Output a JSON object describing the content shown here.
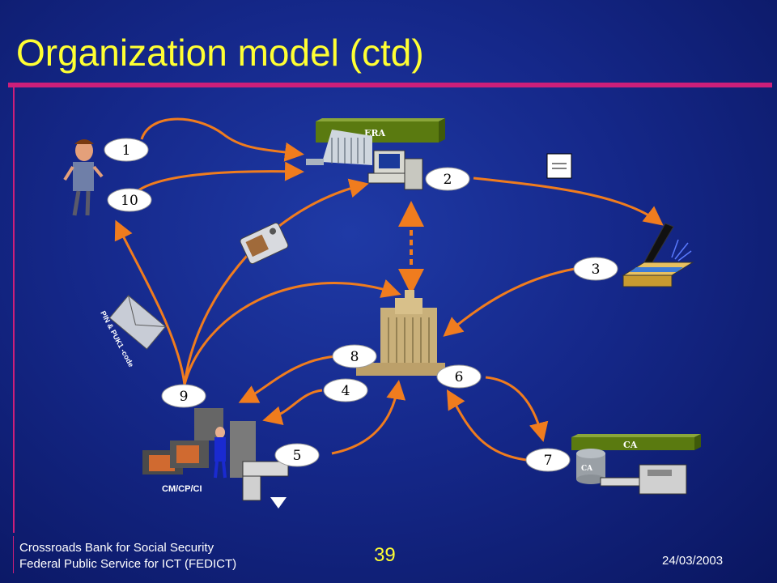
{
  "title": "Organization model (ctd)",
  "labels": {
    "era": "ERA",
    "ca_banner": "CA",
    "ca_db": "CA",
    "cm": "CM/CP/CI",
    "pin": "PIN & PUK1 -code"
  },
  "steps": [
    "1",
    "2",
    "3",
    "4",
    "5",
    "6",
    "7",
    "8",
    "9",
    "10"
  ],
  "footer": {
    "org_line1": "Crossroads Bank for Social Security",
    "org_line2": "Federal Public Service for ICT (FEDICT)",
    "page": "39",
    "date": "24/03/2003"
  },
  "colors": {
    "title": "#ffff33",
    "accent_rule": "#cc1f7a",
    "arrows": "#f07c1e",
    "banner": "#5a7a10"
  }
}
